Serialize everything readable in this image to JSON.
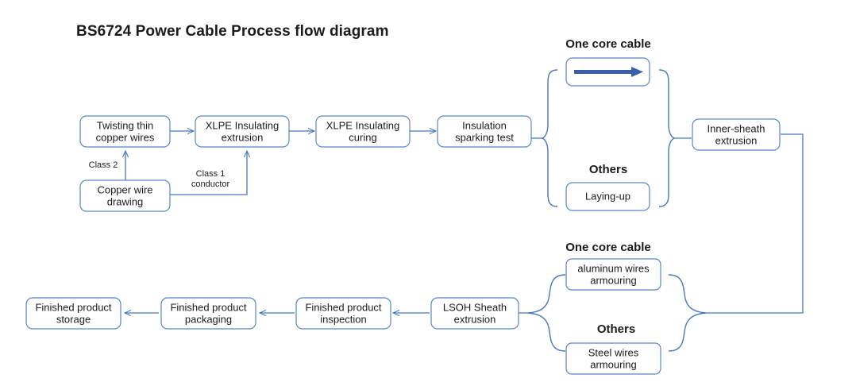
{
  "title": "BS6724 Power Cable Process flow diagram",
  "colors": {
    "box_border": "#5b86c8",
    "connector": "#4a77be",
    "thick_arrow": "#3a5fa8",
    "text": "#1b1b1b",
    "background": "#ffffff"
  },
  "nodes": {
    "twisting": {
      "lines": [
        "Twisting thin",
        "copper wires"
      ]
    },
    "xlpe_extrusion": {
      "lines": [
        "XLPE Insulating",
        "extrusion"
      ]
    },
    "xlpe_curing": {
      "lines": [
        "XLPE Insulating",
        "curing"
      ]
    },
    "sparking_test": {
      "lines": [
        "Insulation",
        "sparking test"
      ]
    },
    "copper_drawing": {
      "lines": [
        "Copper wire",
        "drawing"
      ]
    },
    "one_core_arrow": {
      "lines": [
        ""
      ]
    },
    "laying_up": {
      "lines": [
        "Laying-up"
      ]
    },
    "inner_sheath": {
      "lines": [
        "Inner-sheath",
        "extrusion"
      ]
    },
    "aluminum_armour": {
      "lines": [
        "aluminum wires",
        "armouring"
      ]
    },
    "steel_armour": {
      "lines": [
        "Steel wires",
        "armouring"
      ]
    },
    "lsoh_sheath": {
      "lines": [
        "LSOH Sheath",
        "extrusion"
      ]
    },
    "finished_inspection": {
      "lines": [
        "Finished product",
        "inspection"
      ]
    },
    "finished_packaging": {
      "lines": [
        "Finished product",
        "packaging"
      ]
    },
    "finished_storage": {
      "lines": [
        "Finished product",
        "storage"
      ]
    }
  },
  "group_labels": {
    "upper_one_core": "One core cable",
    "upper_others": "Others",
    "lower_one_core": "One core cable",
    "lower_others": "Others"
  },
  "edge_labels": {
    "class2": "Class 2",
    "class1_line1": "Class 1",
    "class1_line2": "conductor"
  }
}
